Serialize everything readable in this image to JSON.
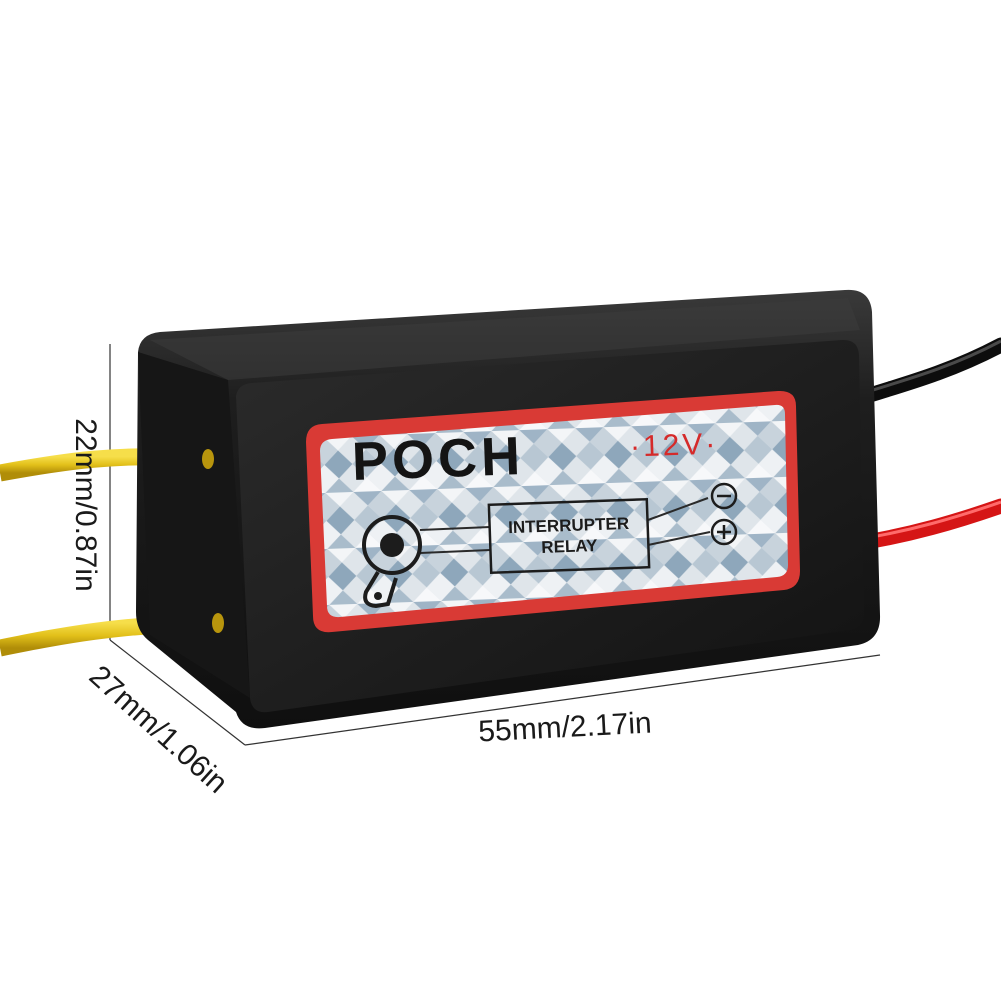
{
  "product": {
    "brand": "POCH",
    "voltage": "·12V·",
    "function_line1": "INTERRUPTER",
    "function_line2": "RELAY",
    "terminal_negative_icon": "minus-circle-icon",
    "terminal_positive_icon": "plus-circle-icon",
    "horn_icon": "horn-icon"
  },
  "dimensions": {
    "height": "22mm/0.87in",
    "depth": "27mm/1.06in",
    "width": "55mm/2.17in"
  },
  "colors": {
    "housing": "#1b1b1b",
    "label_border": "#d93a35",
    "voltage_text": "#d52a2a",
    "wire_yellow": "#e8c81a",
    "wire_red": "#e01818",
    "wire_black": "#111111",
    "hologram": "#c9d2dc"
  }
}
